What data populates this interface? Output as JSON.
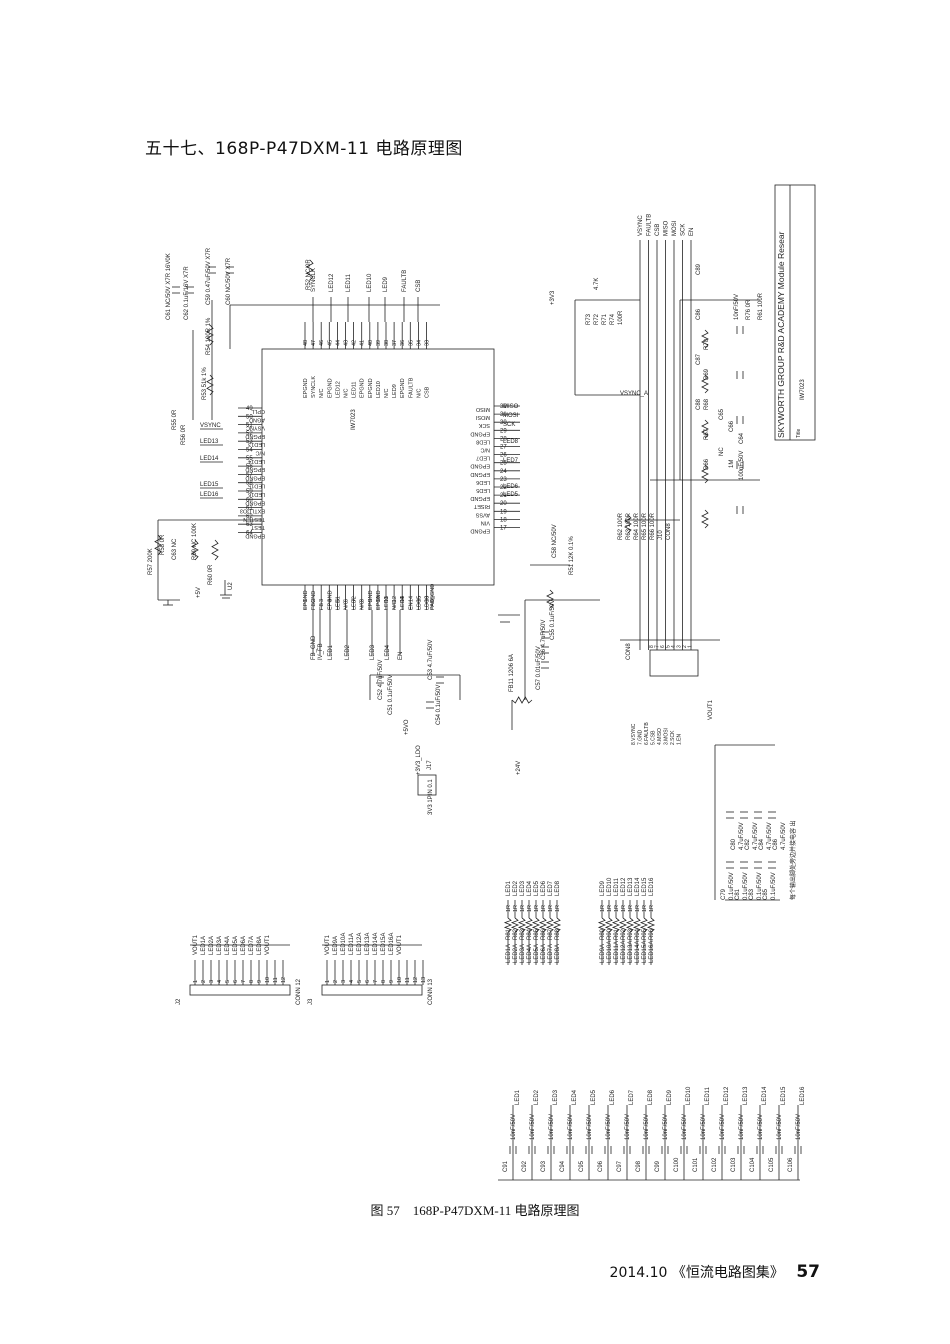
{
  "heading": "五十七、168P-P47DXM-11 电路原理图",
  "caption": "图 57　168P-P47DXM-11 电路原理图",
  "footer": {
    "text": "2014.10 《恒流电路图集》",
    "page": "57"
  },
  "title_block": {
    "company": "SKYWORTH GROUP R&D ACADEMY  Module Resear",
    "part": "IW7023",
    "label": "Title"
  },
  "ic": {
    "ref": "U2",
    "part": "IW7023",
    "left_pins": [
      {
        "num": "49",
        "name": "CPLL"
      },
      {
        "num": "50",
        "name": "AGND"
      },
      {
        "num": "51",
        "name": "VSYNC"
      },
      {
        "num": "52",
        "name": "EPGND"
      },
      {
        "num": "53",
        "name": "LED13"
      },
      {
        "num": "54",
        "name": "N/C"
      },
      {
        "num": "55",
        "name": "LED14"
      },
      {
        "num": "56",
        "name": "EPGND"
      },
      {
        "num": "57",
        "name": "EPGND"
      },
      {
        "num": "58",
        "name": "LED15"
      },
      {
        "num": "59",
        "name": "LED16"
      },
      {
        "num": "60",
        "name": "EPGND"
      },
      {
        "num": "61",
        "name": "EXTLDO3"
      },
      {
        "num": "62",
        "name": "TESTEN"
      },
      {
        "num": "63",
        "name": "TEST"
      },
      {
        "num": "64",
        "name": "EPGND"
      }
    ],
    "top_pins": [
      {
        "num": "48",
        "name": "EPGND"
      },
      {
        "num": "47",
        "name": "SYNCLK"
      },
      {
        "num": "46",
        "name": "N/C"
      },
      {
        "num": "45",
        "name": "EPGND"
      },
      {
        "num": "44",
        "name": "LED12"
      },
      {
        "num": "43",
        "name": "N/C"
      },
      {
        "num": "42",
        "name": "LED11"
      },
      {
        "num": "41",
        "name": "EPGND"
      },
      {
        "num": "40",
        "name": "EPGND"
      },
      {
        "num": "39",
        "name": "LED10"
      },
      {
        "num": "38",
        "name": "N/C"
      },
      {
        "num": "37",
        "name": "LED9"
      },
      {
        "num": "36",
        "name": "EPGND"
      },
      {
        "num": "35",
        "name": "FAULTB"
      },
      {
        "num": "34",
        "name": "N/C"
      },
      {
        "num": "33",
        "name": "CSB"
      }
    ],
    "right_pins": [
      {
        "num": "32",
        "name": "MISO"
      },
      {
        "num": "31",
        "name": "MOSI"
      },
      {
        "num": "30",
        "name": "SCK"
      },
      {
        "num": "29",
        "name": "EPGND"
      },
      {
        "num": "28",
        "name": "LED8"
      },
      {
        "num": "27",
        "name": "N/C"
      },
      {
        "num": "26",
        "name": "LED7"
      },
      {
        "num": "25",
        "name": "EPGND"
      },
      {
        "num": "24",
        "name": "EPGND"
      },
      {
        "num": "23",
        "name": "LED6"
      },
      {
        "num": "22",
        "name": "LED5"
      },
      {
        "num": "21",
        "name": "EPGND"
      },
      {
        "num": "20",
        "name": "RISET"
      },
      {
        "num": "19",
        "name": "AVSS"
      },
      {
        "num": "18",
        "name": "VIN"
      },
      {
        "num": "17",
        "name": "EPGND"
      }
    ],
    "bottom_pins": [
      {
        "num": "1",
        "name": "EPGND"
      },
      {
        "num": "2",
        "name": "FBGND"
      },
      {
        "num": "3",
        "name": "FB"
      },
      {
        "num": "4",
        "name": "EPGND"
      },
      {
        "num": "5",
        "name": "LED1"
      },
      {
        "num": "6",
        "name": "N/C"
      },
      {
        "num": "7",
        "name": "LED2"
      },
      {
        "num": "8",
        "name": "N/C"
      },
      {
        "num": "9",
        "name": "EPGND"
      },
      {
        "num": "10",
        "name": "EPGND"
      },
      {
        "num": "11",
        "name": "LED3"
      },
      {
        "num": "12",
        "name": "N/C"
      },
      {
        "num": "13",
        "name": "LED4"
      },
      {
        "num": "14",
        "name": "EN"
      },
      {
        "num": "15",
        "name": "LDO5"
      },
      {
        "num": "16",
        "name": "LDO3"
      },
      {
        "num": "65",
        "name": "PAD_GND"
      }
    ]
  },
  "net_labels": {
    "top": [
      "SYNCLK",
      "LED12",
      "LED11",
      "LED10",
      "LED9",
      "FAULTB",
      "CSB"
    ],
    "right": [
      "MISO",
      "MOSI",
      "SCK",
      "LED8",
      "LED7",
      "LED6",
      "LED5"
    ],
    "left": [
      "VSYNC",
      "LED13",
      "LED14",
      "LED15",
      "LED16"
    ],
    "bottom": [
      "FB_GND",
      "IV_FB",
      "LED1",
      "LED2",
      "LED3",
      "LED4",
      "EN"
    ]
  },
  "top_left_parts": [
    "C61  NC/50V X7R 16V0K",
    "C62  0.1uF/16V X7R",
    "C59  0.47uF/50V X7R",
    "C60  NC/50V X7R",
    "R54  100R 1%",
    "R53  51k 1%",
    "R52  NC/0R",
    "R55  0R",
    "R56  0R"
  ],
  "left_parts": [
    "R57  200K",
    "R58  0R",
    "C63  NC",
    "R59  NC 100K",
    "R60  0R",
    "+5V"
  ],
  "bottom_parts": [
    "C52  4.7uF/50V",
    "C51  0.1uF/50V",
    "C53  4.7uF/50V",
    "C54  0.1uF/50V",
    "+5VO",
    "+3V3_LDO",
    "J17",
    "3V3 1PIN 0.1",
    "FB11  1206 6A",
    "+24V",
    "C55  0.1uF/50V",
    "C56  4.7uF/50V",
    "C57  0.01uF/50V",
    "C58  NC/50V",
    "R51  12K 0.1%"
  ],
  "right_parts": [
    "VSYNC",
    "FAULTB",
    "CSB",
    "MISO",
    "MOSI",
    "SCK",
    "EN",
    "+3V3",
    "VSYNC_A",
    "R73",
    "R72",
    "R71",
    "R74",
    "100R",
    "4.7K",
    "C89",
    "C86",
    "C87",
    "C88",
    "R70",
    "R69",
    "R68",
    "R67",
    "R66",
    "C65",
    "C66",
    "C64",
    "NC",
    "1M",
    "100nF/50V",
    "10nF/50V",
    "R76  0R",
    "R61  100R",
    "R62  100R",
    "R63  100R",
    "R64  100R",
    "R65  100R",
    "R66  100R",
    "J10",
    "CON8"
  ],
  "connector_j10_pins": [
    "8",
    "7",
    "6",
    "5",
    "4",
    "3",
    "2",
    "1"
  ],
  "connector_j10_notes": [
    "8.VSYNC",
    "7.GND",
    "6.FAULTB",
    "5.CSB",
    "4.MISO",
    "3.MOSI",
    "2.SCK",
    "1.EN"
  ],
  "vout_caps": {
    "label": "VOUT1",
    "caps": [
      "C79",
      "C80",
      "C81",
      "C82",
      "C83",
      "C84",
      "C85",
      "C86"
    ],
    "values": [
      "0.1uF/50V",
      "4.7uF/50V",
      "0.1uF/50V",
      "4.7uF/50V",
      "0.1uF/50V",
      "4.7uF/50V",
      "0.1uF/50V",
      "4.7uF/50V"
    ],
    "note": "每个输出脚处旁边并接电容 出"
  },
  "j2": {
    "ref": "J2",
    "type": "CONN 12",
    "pins": [
      "1",
      "2",
      "3",
      "4",
      "5",
      "6",
      "7",
      "8",
      "9",
      "10",
      "11",
      "12"
    ],
    "nets": [
      "VOUT1",
      "LED1A",
      "LED2A",
      "LED3A",
      "LED4A",
      "LED5A",
      "LED6A",
      "LED7A",
      "LED8A",
      "VOUT1"
    ]
  },
  "j3": {
    "ref": "J3",
    "type": "CONN 13",
    "pins": [
      "1",
      "2",
      "3",
      "4",
      "5",
      "6",
      "7",
      "8",
      "9",
      "10",
      "11",
      "12",
      "13"
    ],
    "nets": [
      "VOUT1",
      "LED9A",
      "LED10A",
      "LED11A",
      "LED12A",
      "LED13A",
      "LED14A",
      "LED15A",
      "LED16A",
      "VOUT1"
    ]
  },
  "resistor_group_a": {
    "refs": [
      "R81",
      "R82",
      "R83",
      "R84",
      "R85",
      "R86",
      "R87",
      "R88"
    ],
    "in": [
      "LED1A",
      "LED2A",
      "LED3A",
      "LED4A",
      "LED5A",
      "LED6A",
      "LED7A",
      "LED8A"
    ],
    "out": [
      "LED1",
      "LED2",
      "LED3",
      "LED4",
      "LED5",
      "LED6",
      "LED7",
      "LED8"
    ],
    "value": "1R"
  },
  "resistor_group_b": {
    "refs": [
      "R89",
      "R90",
      "R91",
      "R92",
      "R93",
      "R94",
      "R95",
      "R96"
    ],
    "in": [
      "LED9A",
      "LED10A",
      "LED11A",
      "LED12A",
      "LED13A",
      "LED14A",
      "LED15A",
      "LED16A"
    ],
    "out": [
      "LED9",
      "LED10",
      "LED11",
      "LED12",
      "LED13",
      "LED14",
      "LED15",
      "LED16"
    ],
    "value": "1R"
  },
  "bottom_caps": {
    "refs": [
      "C91",
      "C92",
      "C93",
      "C94",
      "C95",
      "C96",
      "C97",
      "C98",
      "C99",
      "C100",
      "C101",
      "C102",
      "C103",
      "C104",
      "C105",
      "C106"
    ],
    "value": "10nF/50V",
    "nets": [
      "LED1",
      "LED2",
      "LED3",
      "LED4",
      "LED5",
      "LED6",
      "LED7",
      "LED8",
      "LED9",
      "LED10",
      "LED11",
      "LED12",
      "LED13",
      "LED14",
      "LED15",
      "LED16"
    ]
  }
}
